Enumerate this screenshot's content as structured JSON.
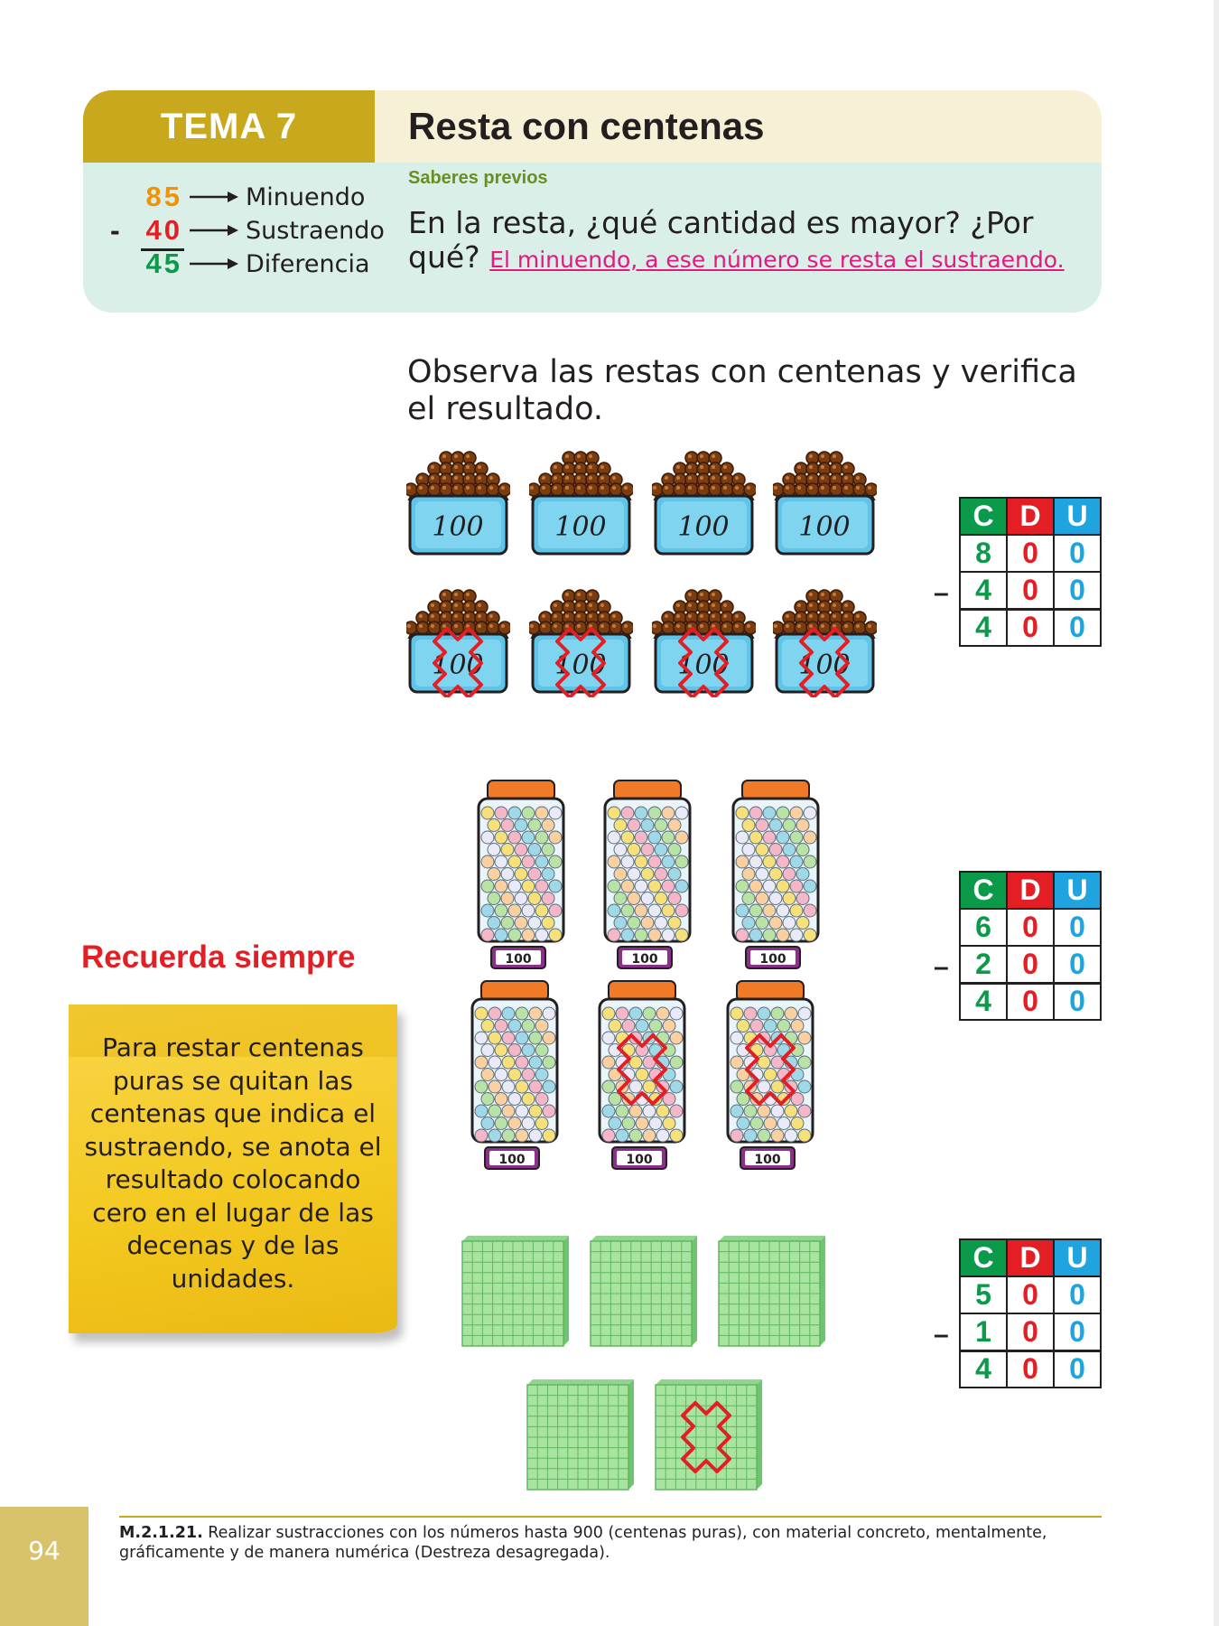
{
  "header": {
    "tema": "TEMA 7",
    "title": "Resta con centenas"
  },
  "example": {
    "minuendo_num": "85",
    "minuendo_label": "Minuendo",
    "sign": "-",
    "sustraendo_num": "40",
    "sustraendo_label": "Sustraendo",
    "diferencia_num": "45",
    "diferencia_label": "Diferencia",
    "colors": {
      "minuendo": "#f39200",
      "sustraendo": "#e31e24",
      "diferencia": "#0a9a4a"
    }
  },
  "saberes": {
    "heading": "Saberes previos",
    "question": "En la resta, ¿qué cantidad es mayor? ¿Por qué?",
    "answer": "El minuendo, a ese número se resta el sustraendo."
  },
  "instruction": "Observa las restas con centenas y verifica el resultado.",
  "tables": [
    {
      "headers": [
        "C",
        "D",
        "U"
      ],
      "sign": "–",
      "minuendo": [
        "8",
        "0",
        "0"
      ],
      "sustraendo": [
        "4",
        "0",
        "0"
      ],
      "resultado": [
        "4",
        "0",
        "0"
      ]
    },
    {
      "headers": [
        "C",
        "D",
        "U"
      ],
      "sign": "–",
      "minuendo": [
        "6",
        "0",
        "0"
      ],
      "sustraendo": [
        "2",
        "0",
        "0"
      ],
      "resultado": [
        "4",
        "0",
        "0"
      ]
    },
    {
      "headers": [
        "C",
        "D",
        "U"
      ],
      "sign": "–",
      "minuendo": [
        "5",
        "0",
        "0"
      ],
      "sustraendo": [
        "1",
        "0",
        "0"
      ],
      "resultado": [
        "4",
        "0",
        "0"
      ]
    }
  ],
  "illustrations": {
    "bag_label": "100",
    "jar_label": "100",
    "bags_total": 8,
    "bags_crossed": 4,
    "jars_total": 6,
    "jars_crossed": 2,
    "blocks_total": 5,
    "blocks_crossed": 1
  },
  "recuerda": {
    "title": "Recuerda siempre",
    "text": "Para restar centenas puras se quitan las centenas que indica el sustraendo, se anota el resultado colocando cero en el lugar de las decenas y de las unidades."
  },
  "footer": {
    "code": "M.2.1.21.",
    "text": "Realizar sustracciones con los números hasta 900 (centenas puras), con material concreto, mentalmente, gráficamente y de manera numérica (Destreza desagregada).",
    "page_number": "94"
  }
}
